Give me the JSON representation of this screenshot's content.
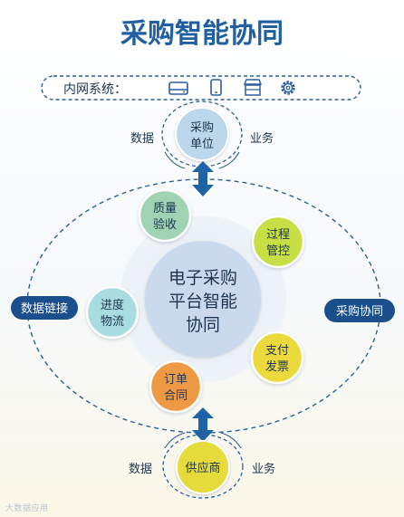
{
  "title": "采购智能协同",
  "intranet": {
    "label": "内网系统：",
    "icons": [
      "server-icon",
      "phone-icon",
      "store-icon",
      "gear-icon"
    ]
  },
  "top_node": {
    "lines": [
      "采购",
      "单位"
    ],
    "left_label": "数据",
    "right_label": "业务"
  },
  "bottom_node": {
    "lines": [
      "供应商"
    ],
    "left_label": "数据",
    "right_label": "业务"
  },
  "center_node": {
    "lines": [
      "电子采购",
      "平台智能",
      "协同"
    ]
  },
  "orbit_nodes": [
    {
      "id": "quality",
      "lines": [
        "质量",
        "验收"
      ]
    },
    {
      "id": "process",
      "lines": [
        "过程",
        "管控"
      ]
    },
    {
      "id": "progress",
      "lines": [
        "进度",
        "物流"
      ]
    },
    {
      "id": "payment",
      "lines": [
        "支付",
        "发票"
      ]
    },
    {
      "id": "order",
      "lines": [
        "订单",
        "合同"
      ]
    }
  ],
  "side_labels": {
    "left": "数据链接",
    "right": "采购协同"
  },
  "watermark": "大数据应用",
  "colors": {
    "title": "#1f5fa3",
    "navy": "#1b4f8c",
    "dashed": "#2a5f9e",
    "arrow": "#1e63a8",
    "center_fill": "#cbd9ec",
    "top_node": "#bcd7ec",
    "bottom_node": "#e5db3a",
    "quality": "#9fd3b4",
    "process": "#c8de45",
    "progress": "#a9dce0",
    "payment": "#ecd93a",
    "order": "#ee9a45"
  }
}
